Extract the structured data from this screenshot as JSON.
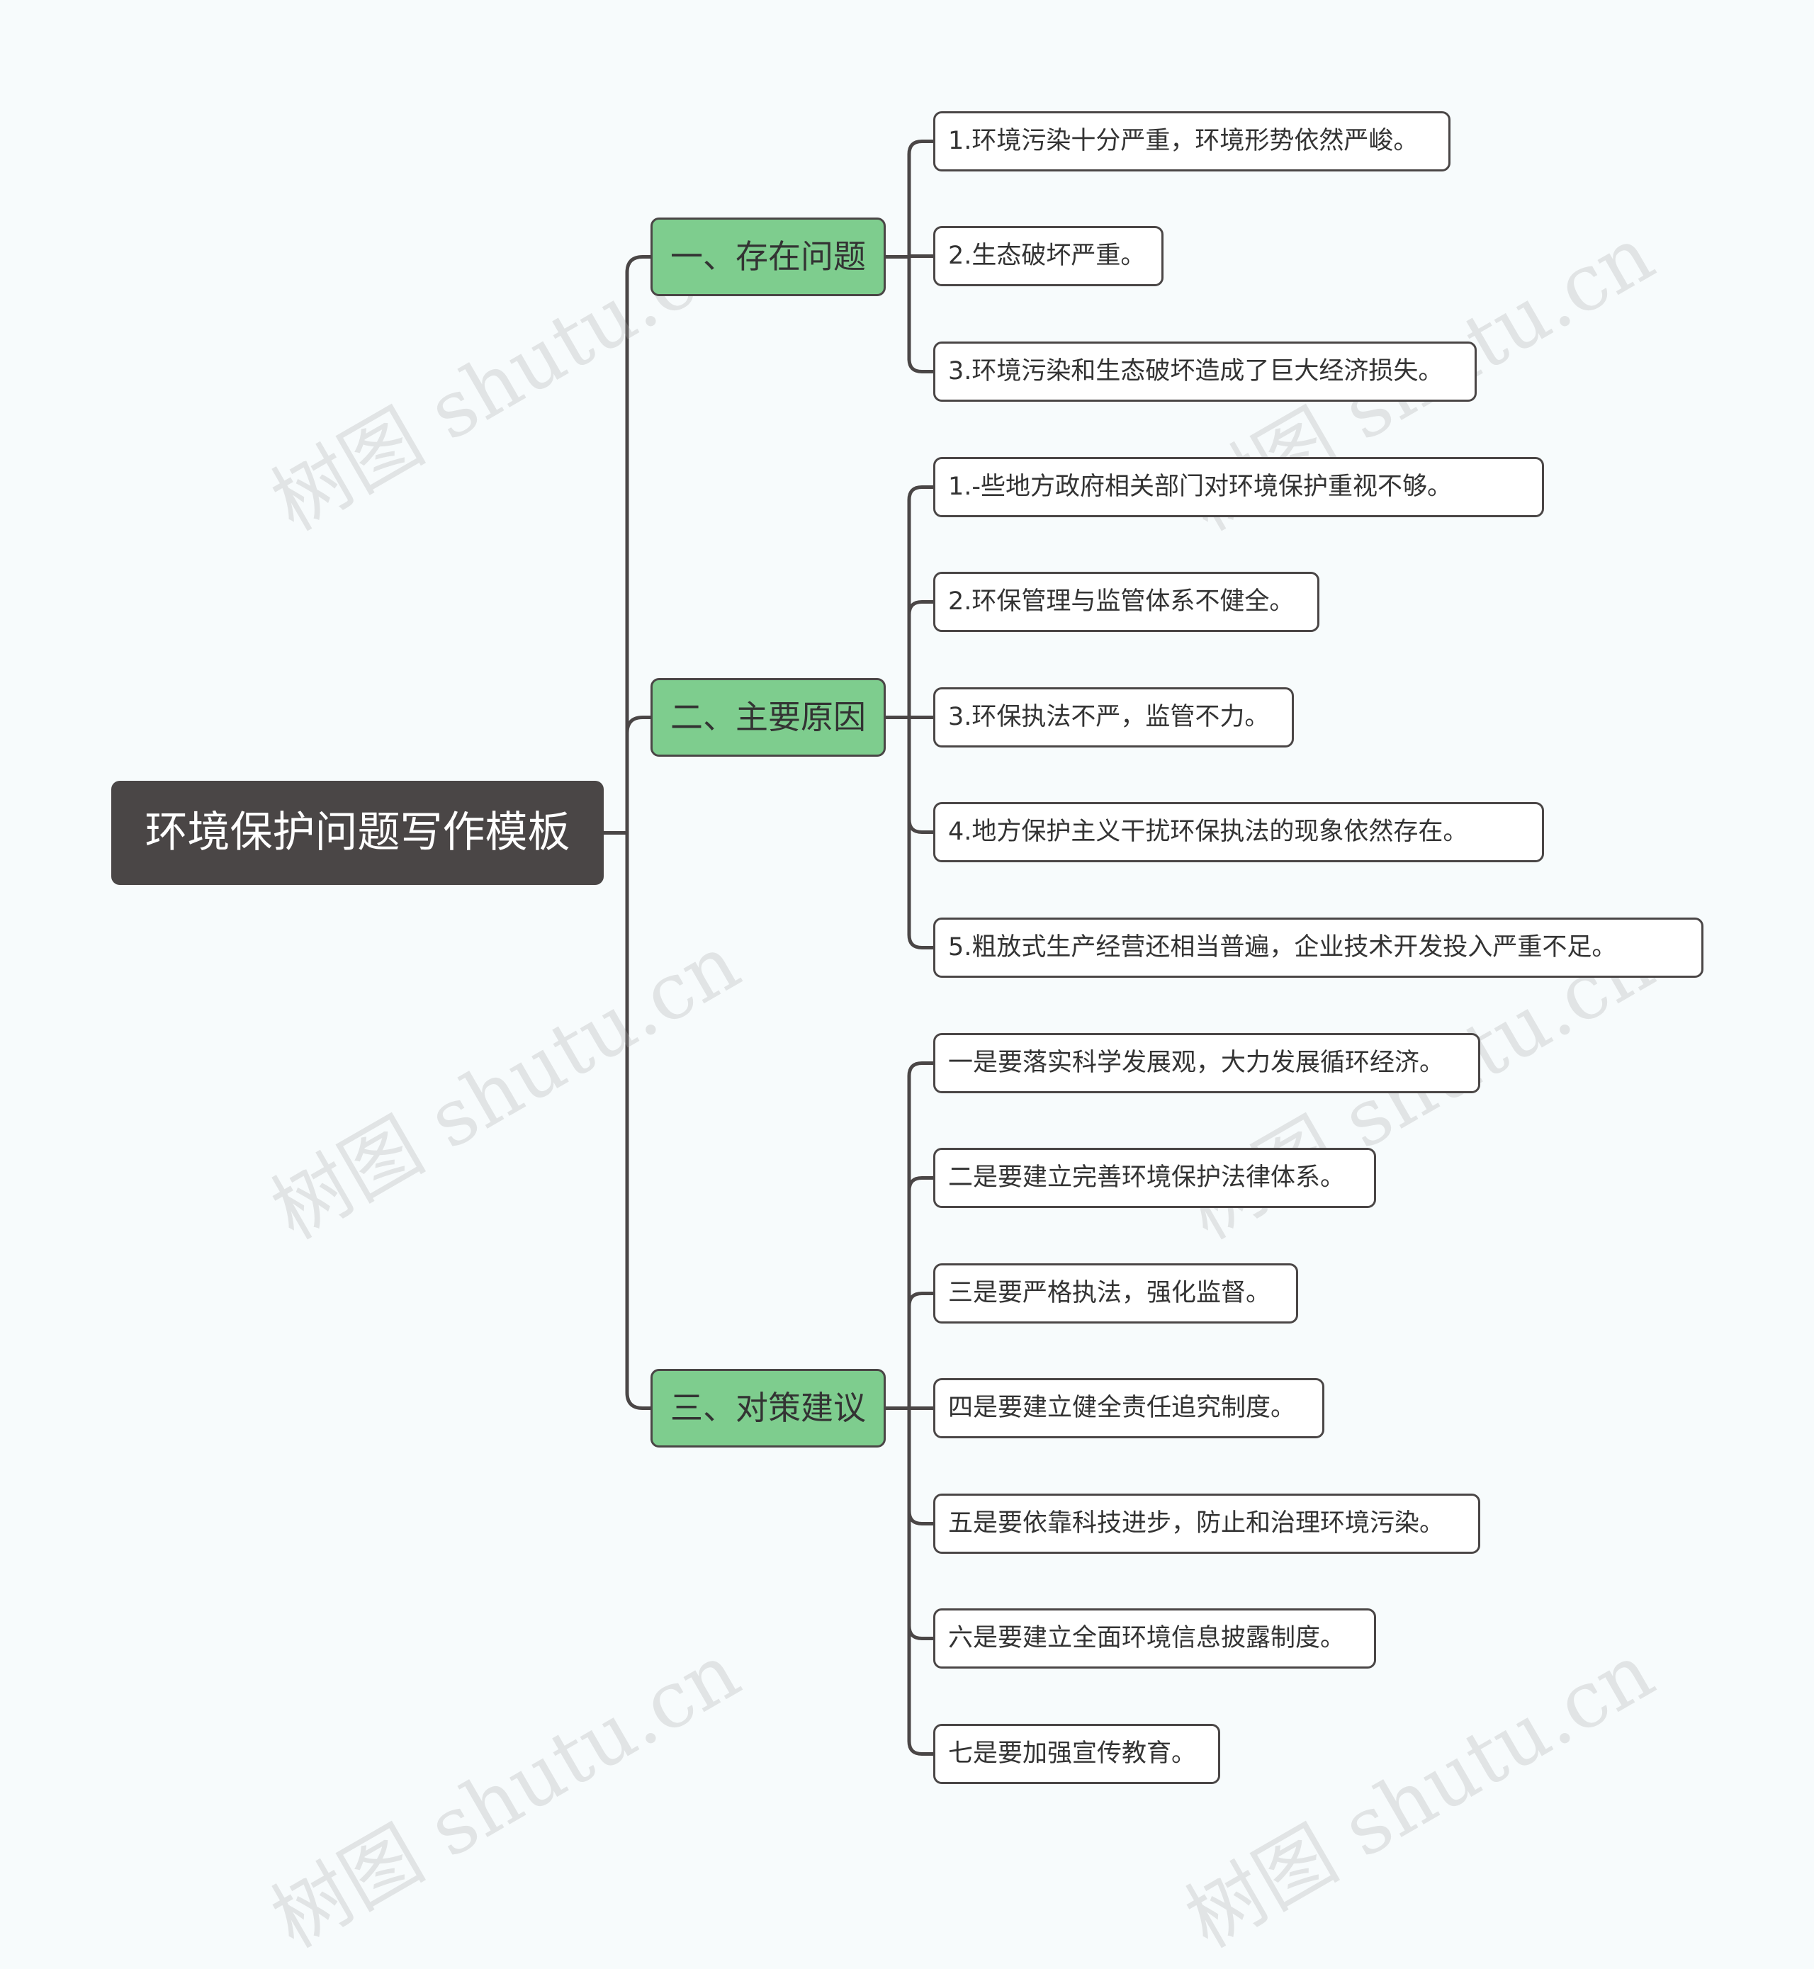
{
  "root": {
    "label": "环境保护问题写作模板"
  },
  "branches": [
    {
      "label": "一、存在问题",
      "items": [
        "1.环境污染十分严重，环境形势依然严峻。",
        "2.生态破坏严重。",
        "3.环境污染和生态破坏造成了巨大经济损失。"
      ]
    },
    {
      "label": "二、主要原因",
      "items": [
        "1.-些地方政府相关部门对环境保护重视不够。",
        "2.环保管理与监管体系不健全。",
        "3.环保执法不严，监管不力。",
        "4.地方保护主义干扰环保执法的现象依然存在。",
        "5.粗放式生产经营还相当普遍，企业技术开发投入严重不足。"
      ]
    },
    {
      "label": "三、对策建议",
      "items": [
        "一是要落实科学发展观，大力发展循环经济。",
        "二是要建立完善环境保护法律体系。",
        "三是要严格执法，强化监督。",
        "四是要建立健全责任追究制度。",
        "五是要依靠科技进步，防止和治理环境污染。",
        "六是要建立全面环境信息披露制度。",
        "七是要加强宣传教育。"
      ]
    }
  ],
  "watermark": "树图 shutu.cn",
  "colors": {
    "root_bg": "#4a4646",
    "branch_bg": "#7ecd8e",
    "line": "#4a4646",
    "leaf_bg": "#ffffff"
  }
}
